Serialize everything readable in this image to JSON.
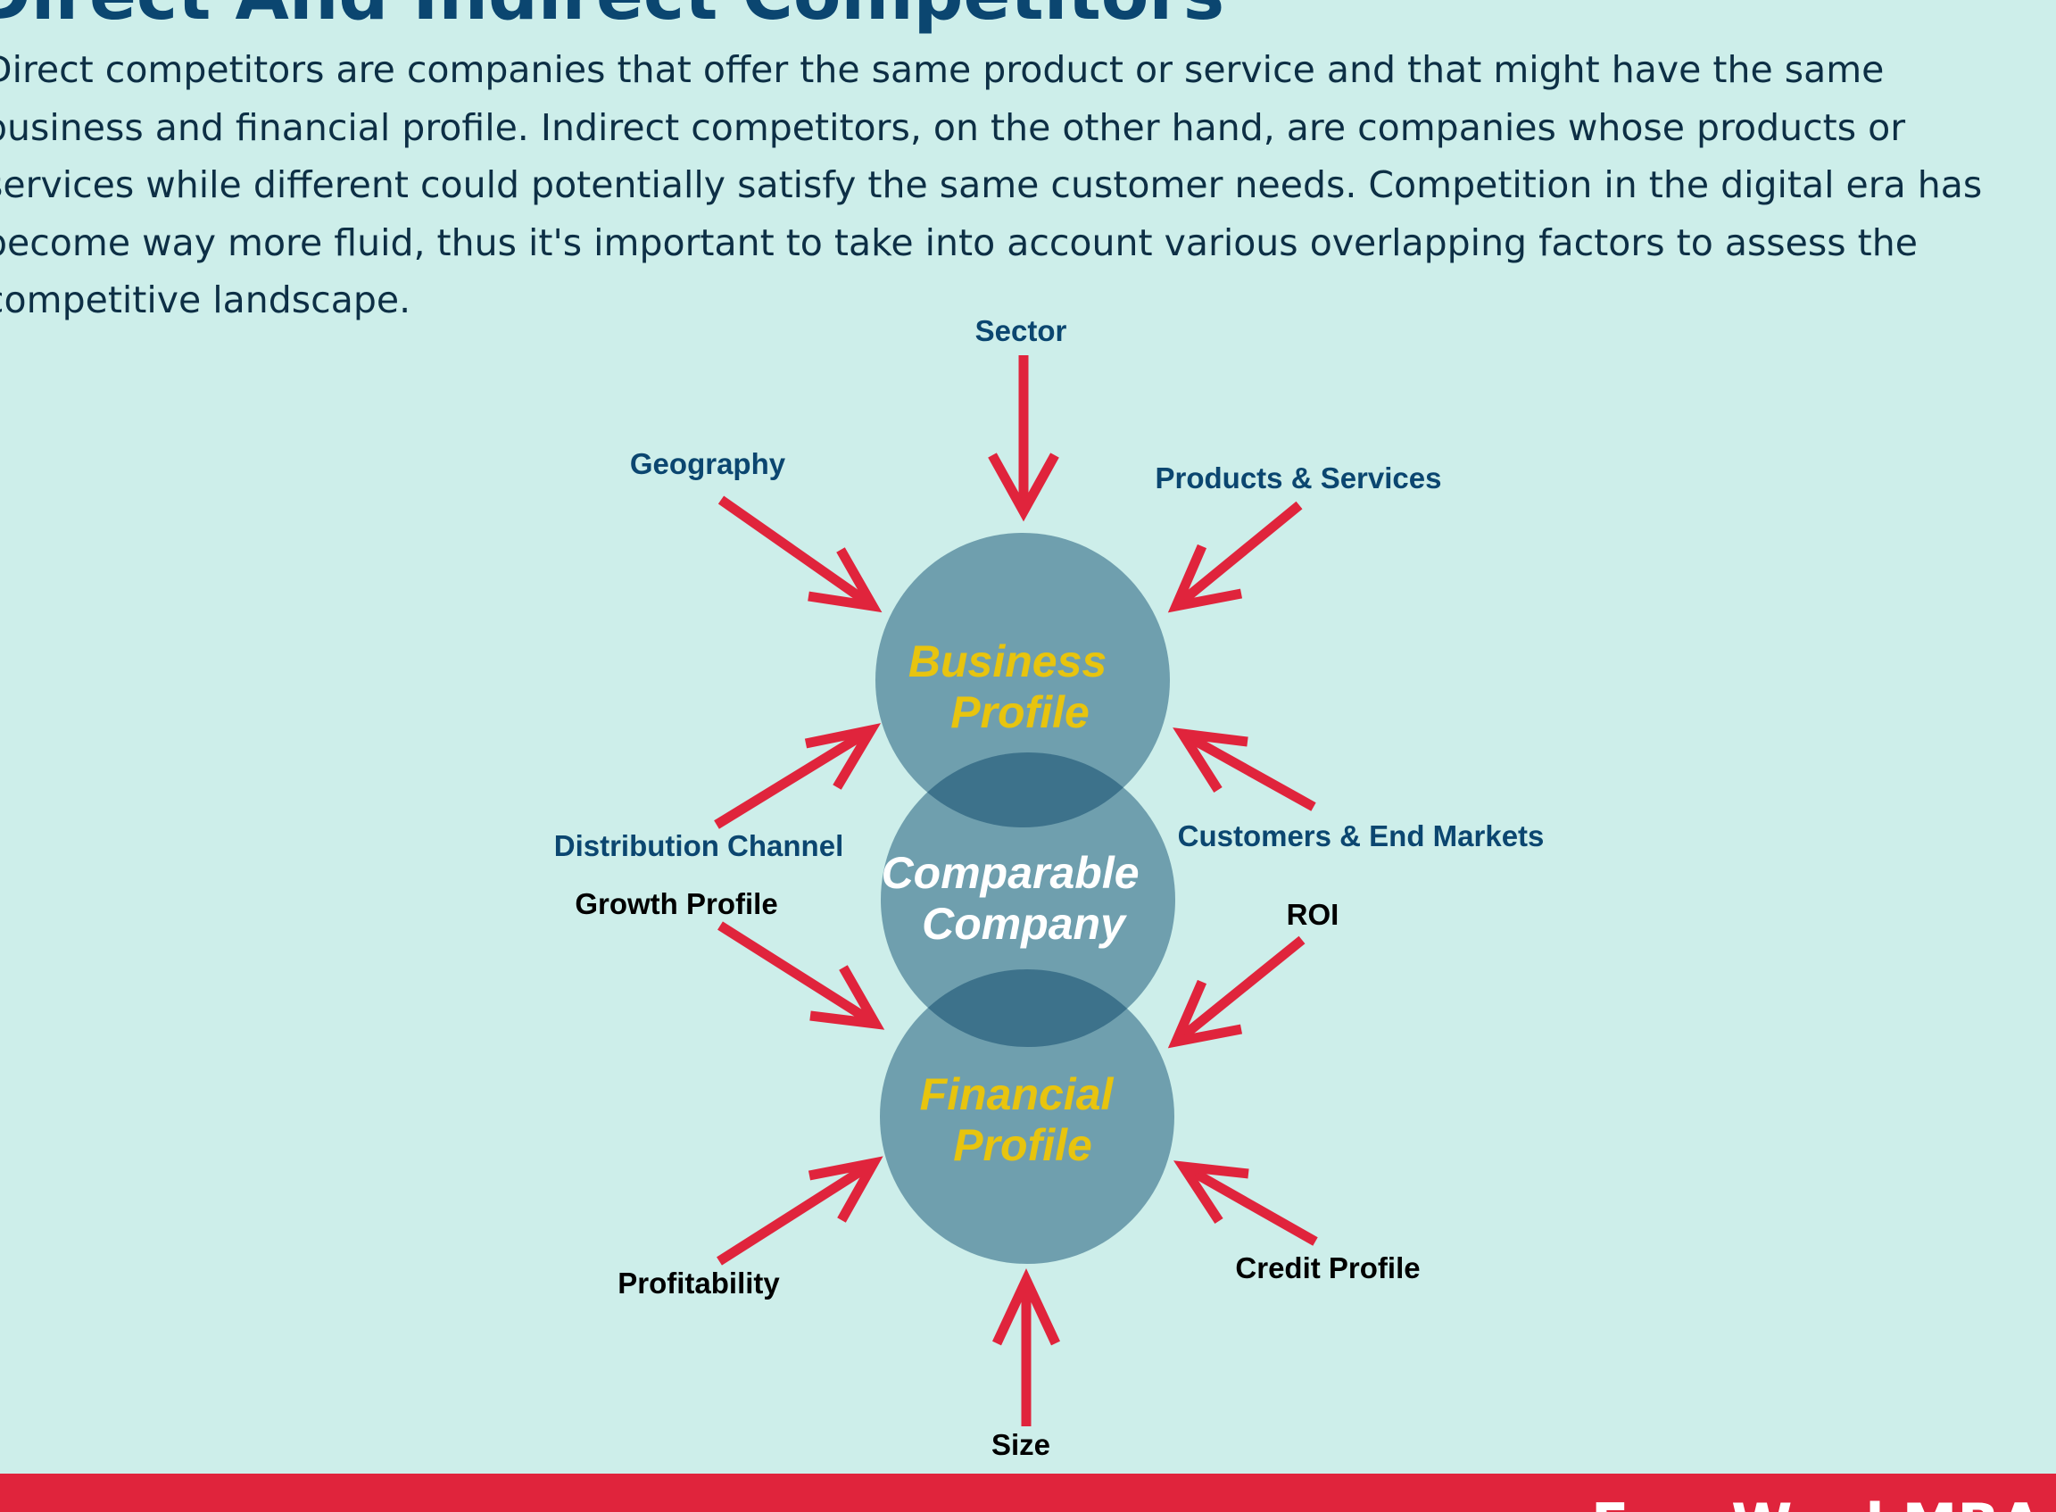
{
  "title": "Direct And Indirect Competitors",
  "intro": "Direct competitors are companies that offer the same product or service and that might have the same business and financial profile. Indirect competitors, on the other hand, are companies whose products or services while different could potentially satisfy the same customer needs. Competition in the digital era has become way more fluid, thus it's important to take into account various overlapping factors to assess the competitive landscape.",
  "circles": {
    "business": [
      "Business",
      "Profile"
    ],
    "comparable": [
      "Comparable",
      "Company"
    ],
    "financial": [
      "Financial",
      "Profile"
    ]
  },
  "business_factors": {
    "sector": "Sector",
    "geography": "Geography",
    "products_services": "Products & Services",
    "distribution_channel": "Distribution Channel",
    "customers_end_markets": "Customers & End Markets"
  },
  "financial_factors": {
    "growth_profile": "Growth Profile",
    "roi": "ROI",
    "profitability": "Profitability",
    "credit_profile": "Credit Profile",
    "size": "Size"
  },
  "footer": {
    "brand": "FourWeekMBA"
  },
  "colors": {
    "background": "#cdeeea",
    "title": "#0b4670",
    "circle": "#6f9fae",
    "circle_overlap": "#3d728b",
    "highlight_text": "#e8c40e",
    "arrow": "#e0243c",
    "business_label": "#0b4670",
    "financial_label": "#000000"
  }
}
